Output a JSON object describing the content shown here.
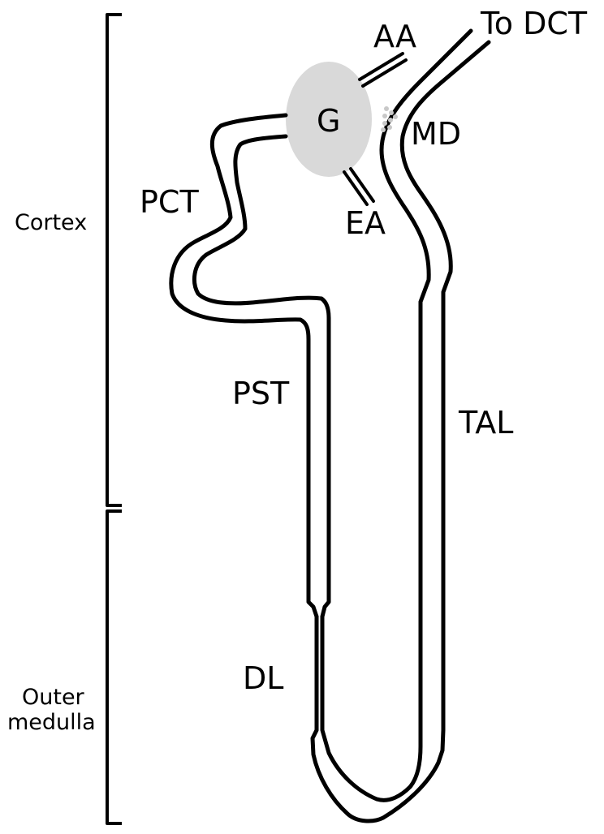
{
  "regions": {
    "cortex": "Cortex",
    "outer_medulla_line1": "Outer",
    "outer_medulla_line2": "medulla"
  },
  "labels": {
    "aa": "AA",
    "to_dct": "To DCT",
    "g": "G",
    "md": "MD",
    "pct": "PCT",
    "ea": "EA",
    "pst": "PST",
    "tal": "TAL",
    "dl": "DL"
  },
  "colors": {
    "line": "#000000",
    "glomerulus": "#d9d9d9",
    "macula_densa": "#c8c8c8",
    "background": "#ffffff"
  }
}
